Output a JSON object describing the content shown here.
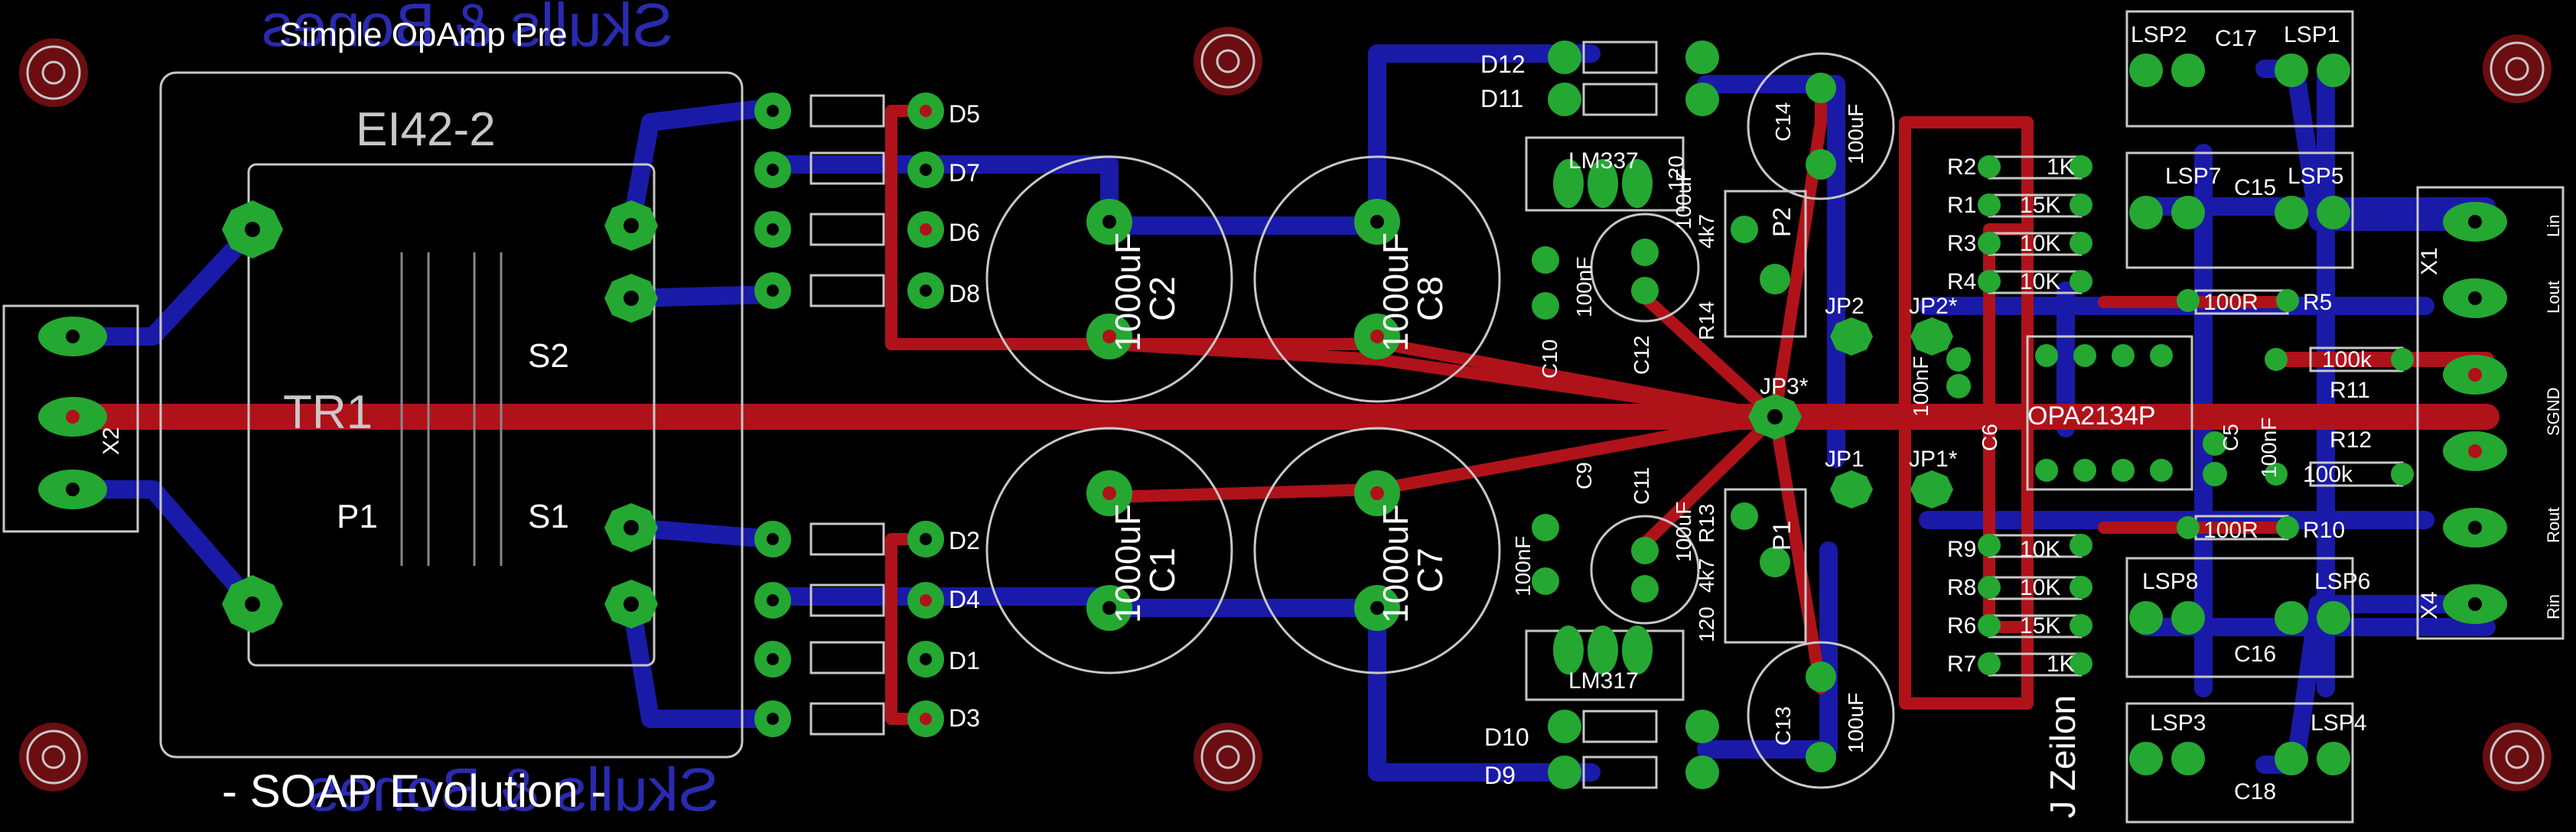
{
  "board": {
    "title": "Simple OpAmp Pre",
    "subtitle": "- SOAP Evolution -",
    "author": "J Zeilon",
    "mirror_text_top": "Skulls & Bones",
    "mirror_text_bottom": "Skulls & Bones",
    "colors": {
      "background": "#000000",
      "top_copper": "#b0121a",
      "bottom_copper": "#1a1aa8",
      "pads": "#24a832",
      "silkscreen": "#c8c8c8"
    }
  },
  "transformer": {
    "package": "EI42-2",
    "name": "TR1",
    "pins": [
      "S2",
      "S1",
      "P1"
    ]
  },
  "connectors": {
    "x1": "X1",
    "x2": "X2",
    "x4": "X4",
    "pin_labels": [
      "Lin",
      "Lout",
      "SGND",
      "Rout",
      "Rin"
    ]
  },
  "diodes": [
    "D5",
    "D7",
    "D6",
    "D8",
    "D2",
    "D4",
    "D1",
    "D3",
    "D12",
    "D11",
    "D10",
    "D9"
  ],
  "capacitors": {
    "c1": "C1",
    "c2": "C2",
    "c7": "C7",
    "c8": "C8",
    "big_value": "1000uF",
    "c9": "C9",
    "c10": "C10",
    "c11": "C11",
    "c12": "C12",
    "c13": "C13",
    "c14": "C14",
    "c5": "C5",
    "c6": "C6",
    "c15": "C15",
    "c16": "C16",
    "c17": "C17",
    "c18": "C18",
    "v100nf": "100nF",
    "v100uf": "100uF",
    "v100uf_b": "100uF"
  },
  "regulators": {
    "u1": "LM337",
    "u2": "LM317"
  },
  "resistors": {
    "r1": "R1",
    "r2": "R2",
    "r3": "R3",
    "r4": "R4",
    "r5": "R5",
    "r6": "R6",
    "r7": "R7",
    "r8": "R8",
    "r9": "R9",
    "r10": "R10",
    "r11": "R11",
    "r12": "R12",
    "r13": "R13",
    "r14": "R14",
    "v1k": "1K",
    "v15k": "15K",
    "v10k": "10K",
    "v100r": "100R",
    "v100k": "100k",
    "v4k7": "4k7",
    "v120": "120"
  },
  "opamp": "OPA2134P",
  "jumpers": [
    "JP2",
    "JP2*",
    "JP3*",
    "JP1",
    "JP1*"
  ],
  "pots": [
    "P2",
    "P1"
  ],
  "lsp": [
    "LSP2",
    "LSP1",
    "LSP7",
    "LSP5",
    "LSP8",
    "LSP6",
    "LSP3",
    "LSP4"
  ]
}
